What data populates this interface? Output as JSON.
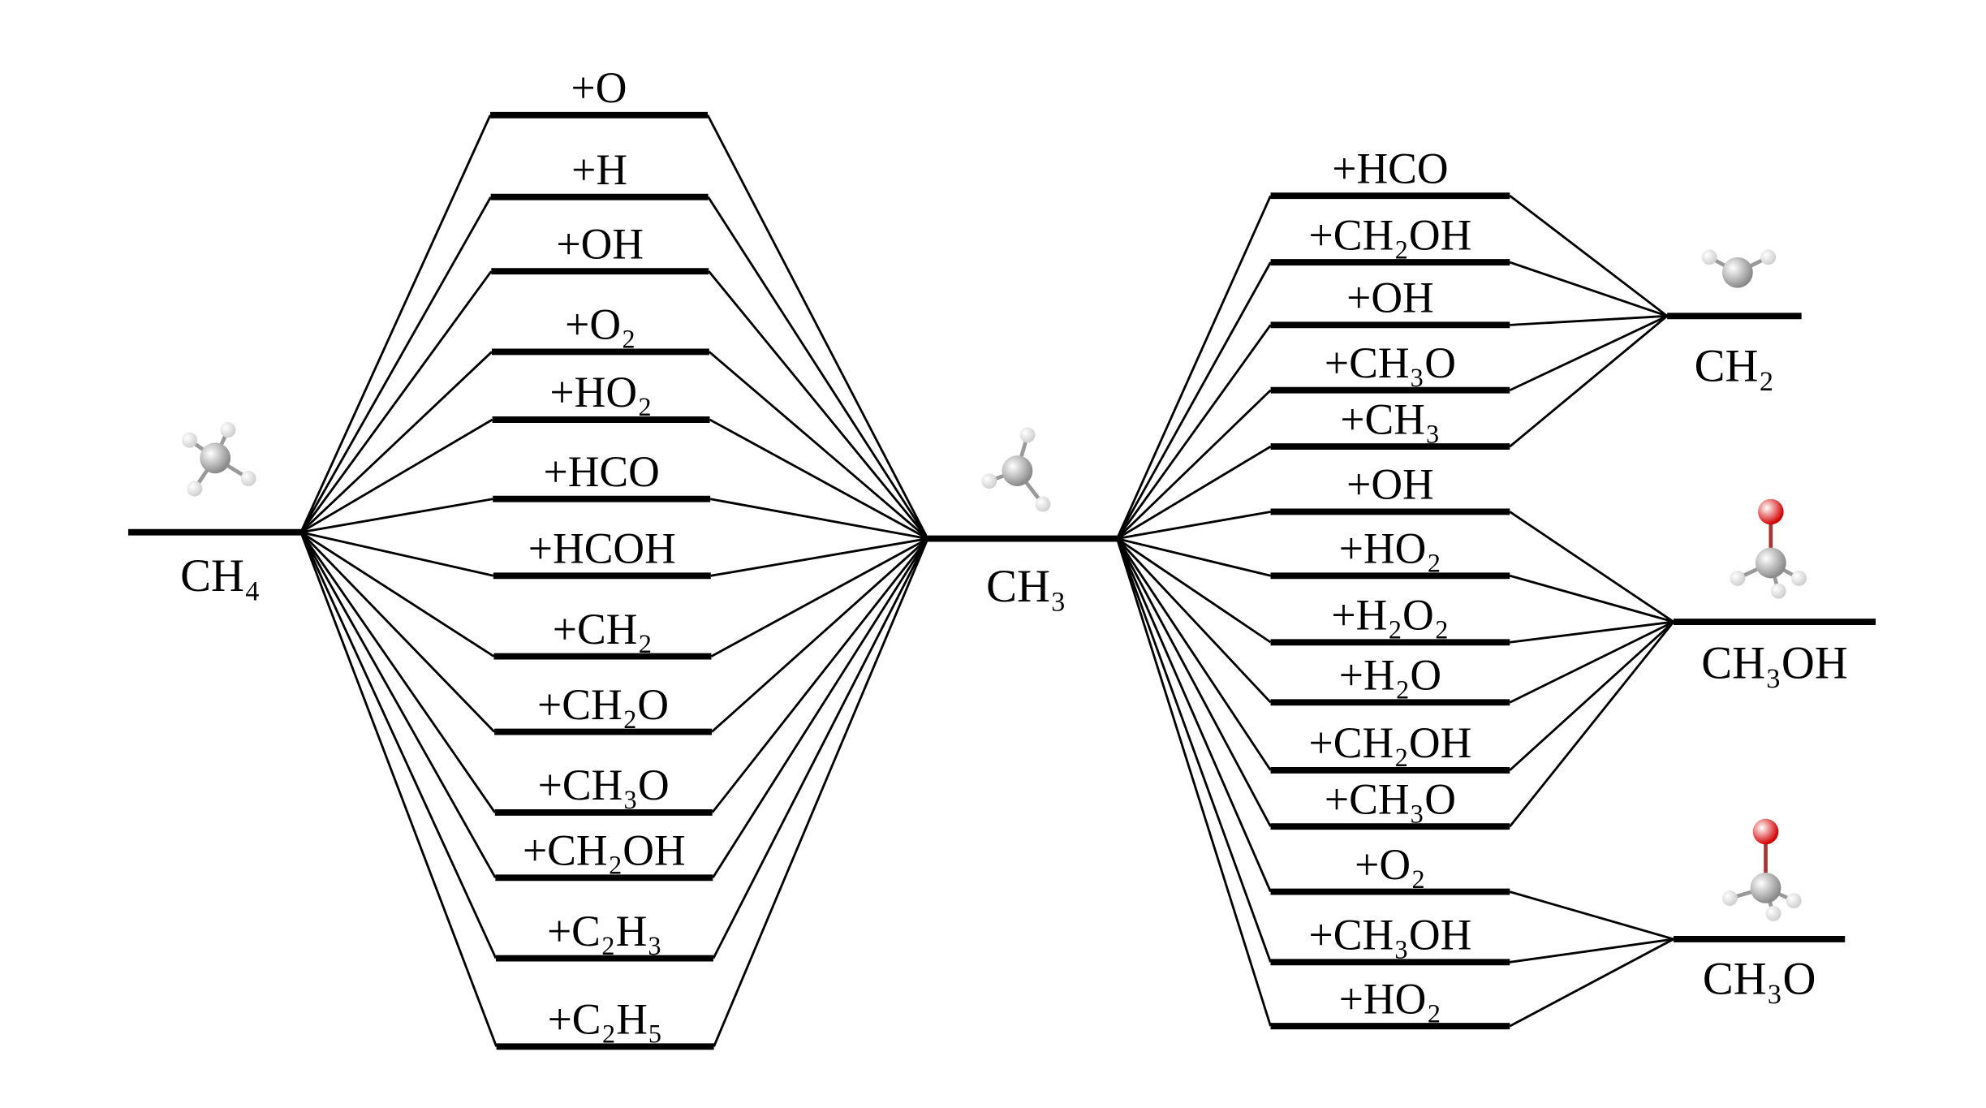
{
  "species": {
    "ch4": "CH₄",
    "ch3": "CH₃",
    "ch2": "CH₂",
    "ch3oh": "CH₃OH",
    "ch3o": "CH₃O"
  },
  "left_reactants": [
    "+O",
    "+H",
    "+OH",
    "+O₂",
    "+HO₂",
    "+HCO",
    "+HCOH",
    "+CH₂",
    "+CH₂O",
    "+CH₃O",
    "+CH₂OH",
    "+C₂H₃",
    "+C₂H₅"
  ],
  "right_groups": [
    {
      "product": "ch2",
      "reactants": [
        "+HCO",
        "+CH₂OH",
        "+OH",
        "+CH₃O",
        "+CH₃"
      ]
    },
    {
      "product": "ch3oh",
      "reactants": [
        "+OH",
        "+HO₂",
        "+H₂O₂",
        "+H₂O",
        "+CH₂OH",
        "+CH₃O"
      ]
    },
    {
      "product": "ch3o",
      "reactants": [
        "+O₂",
        "+CH₃OH",
        "+HO₂"
      ]
    }
  ],
  "colors": {
    "line": "#000000",
    "carbon": "#8a8a8a",
    "hydrogen": "#d0d0d0",
    "oxygen": "#d40000"
  }
}
